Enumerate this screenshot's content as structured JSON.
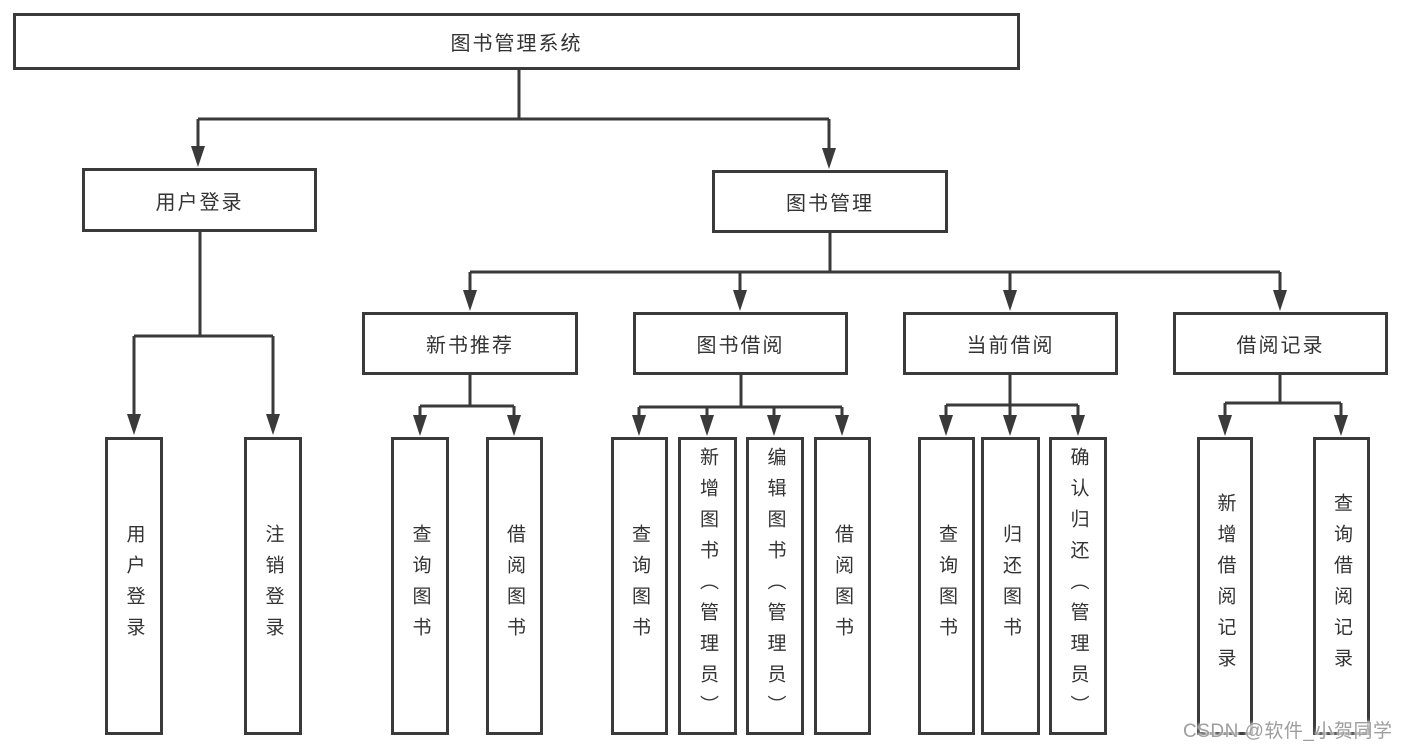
{
  "diagram": {
    "tree": {
      "label": "图书管理系统",
      "children": [
        {
          "label": "用户登录",
          "children": [
            {
              "label": "用户登录"
            },
            {
              "label": "注销登录"
            }
          ]
        },
        {
          "label": "图书管理",
          "children": [
            {
              "label": "新书推荐",
              "children": [
                {
                  "label": "查询图书"
                },
                {
                  "label": "借阅图书"
                }
              ]
            },
            {
              "label": "图书借阅",
              "children": [
                {
                  "label": "查询图书"
                },
                {
                  "label": "新增图书（管理员）"
                },
                {
                  "label": "编辑图书（管理员）"
                },
                {
                  "label": "借阅图书"
                }
              ]
            },
            {
              "label": "当前借阅",
              "children": [
                {
                  "label": "查询图书"
                },
                {
                  "label": "归还图书"
                },
                {
                  "label": "确认归还（管理员）"
                }
              ]
            },
            {
              "label": "借阅记录",
              "children": [
                {
                  "label": "新增借阅记录"
                },
                {
                  "label": "查询借阅记录"
                }
              ]
            }
          ]
        }
      ]
    }
  },
  "watermark": {
    "text": "CSDN @软件_小贺同学"
  },
  "colors": {
    "line": "#3a3a3a",
    "text": "#333333",
    "watermark": "#9e9e9e",
    "background": "#ffffff"
  }
}
